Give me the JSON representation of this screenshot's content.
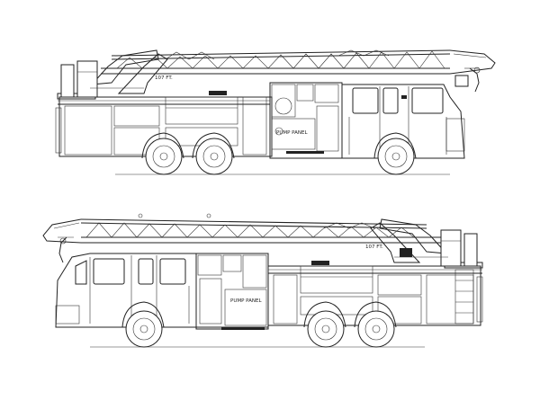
{
  "labels": {
    "top_ladder_length": "107 FT.",
    "top_pump_panel": "PUMP PANEL",
    "bottom_ladder_length": "107 FT.",
    "bottom_pump_panel": "PUMP PANEL"
  }
}
